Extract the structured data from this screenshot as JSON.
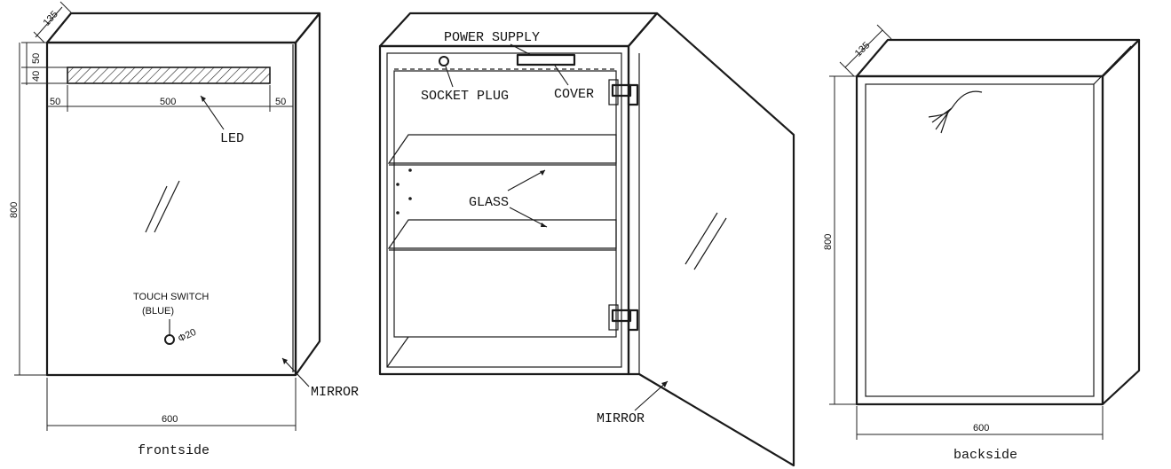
{
  "front": {
    "dim_depth": "135",
    "dim_top_50": "50",
    "dim_top_40": "40",
    "dim_left_50": "50",
    "dim_led_width": "500",
    "dim_right_50": "50",
    "dim_height": "800",
    "dim_width": "600",
    "label_led": "LED",
    "label_touch_switch": "TOUCH SWITCH",
    "label_blue": "(BLUE)",
    "label_switch_dia": "Φ20",
    "label_mirror": "MIRROR",
    "caption": "frontside"
  },
  "open": {
    "label_power_supply": "POWER SUPPLY",
    "label_socket_plug": "SOCKET PLUG",
    "label_cover": "COVER",
    "label_glass": "GLASS",
    "label_mirror": "MIRROR"
  },
  "back": {
    "dim_depth": "135",
    "dim_height": "800",
    "dim_width": "600",
    "caption": "backside"
  }
}
